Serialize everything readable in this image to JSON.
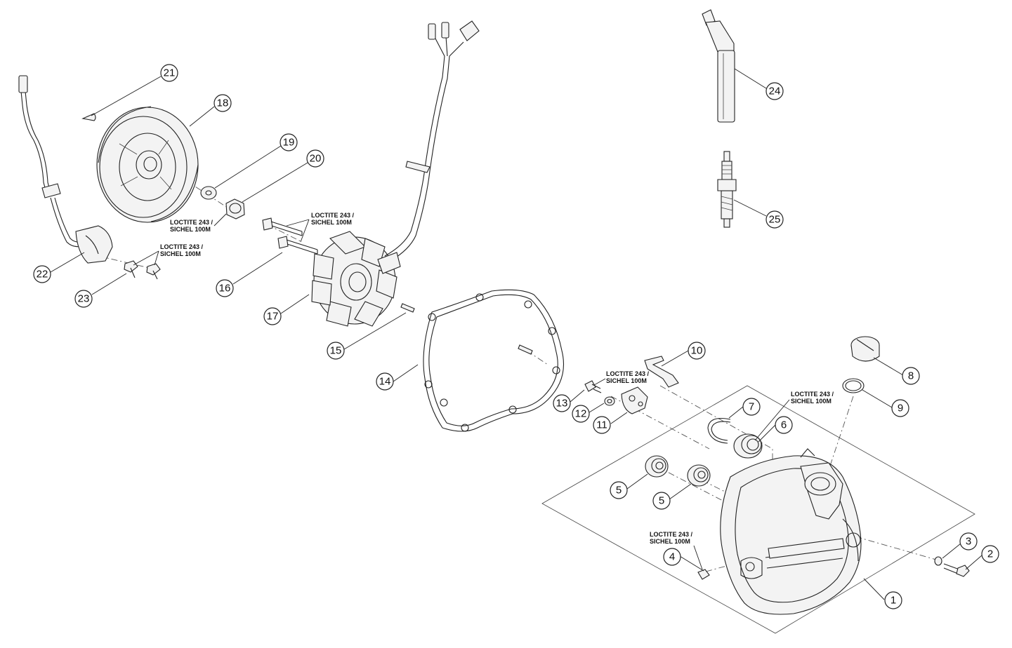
{
  "diagram": {
    "callouts": [
      "1",
      "2",
      "3",
      "4",
      "5",
      "5",
      "6",
      "7",
      "8",
      "9",
      "10",
      "11",
      "12",
      "13",
      "14",
      "15",
      "16",
      "17",
      "18",
      "19",
      "20",
      "21",
      "22",
      "23",
      "24",
      "25"
    ],
    "notes": [
      {
        "line1": "LOCTITE 243 /",
        "line2": "SICHEL 100M"
      },
      {
        "line1": "LOCTITE 243 /",
        "line2": "SICHEL 100M"
      },
      {
        "line1": "LOCTITE 243 /",
        "line2": "SICHEL 100M"
      },
      {
        "line1": "LOCTITE 243 /",
        "line2": "SICHEL 100M"
      },
      {
        "line1": "LOCTITE 243 /",
        "line2": "SICHEL 100M"
      },
      {
        "line1": "LOCTITE 243 /",
        "line2": "SICHEL 100M"
      }
    ]
  }
}
